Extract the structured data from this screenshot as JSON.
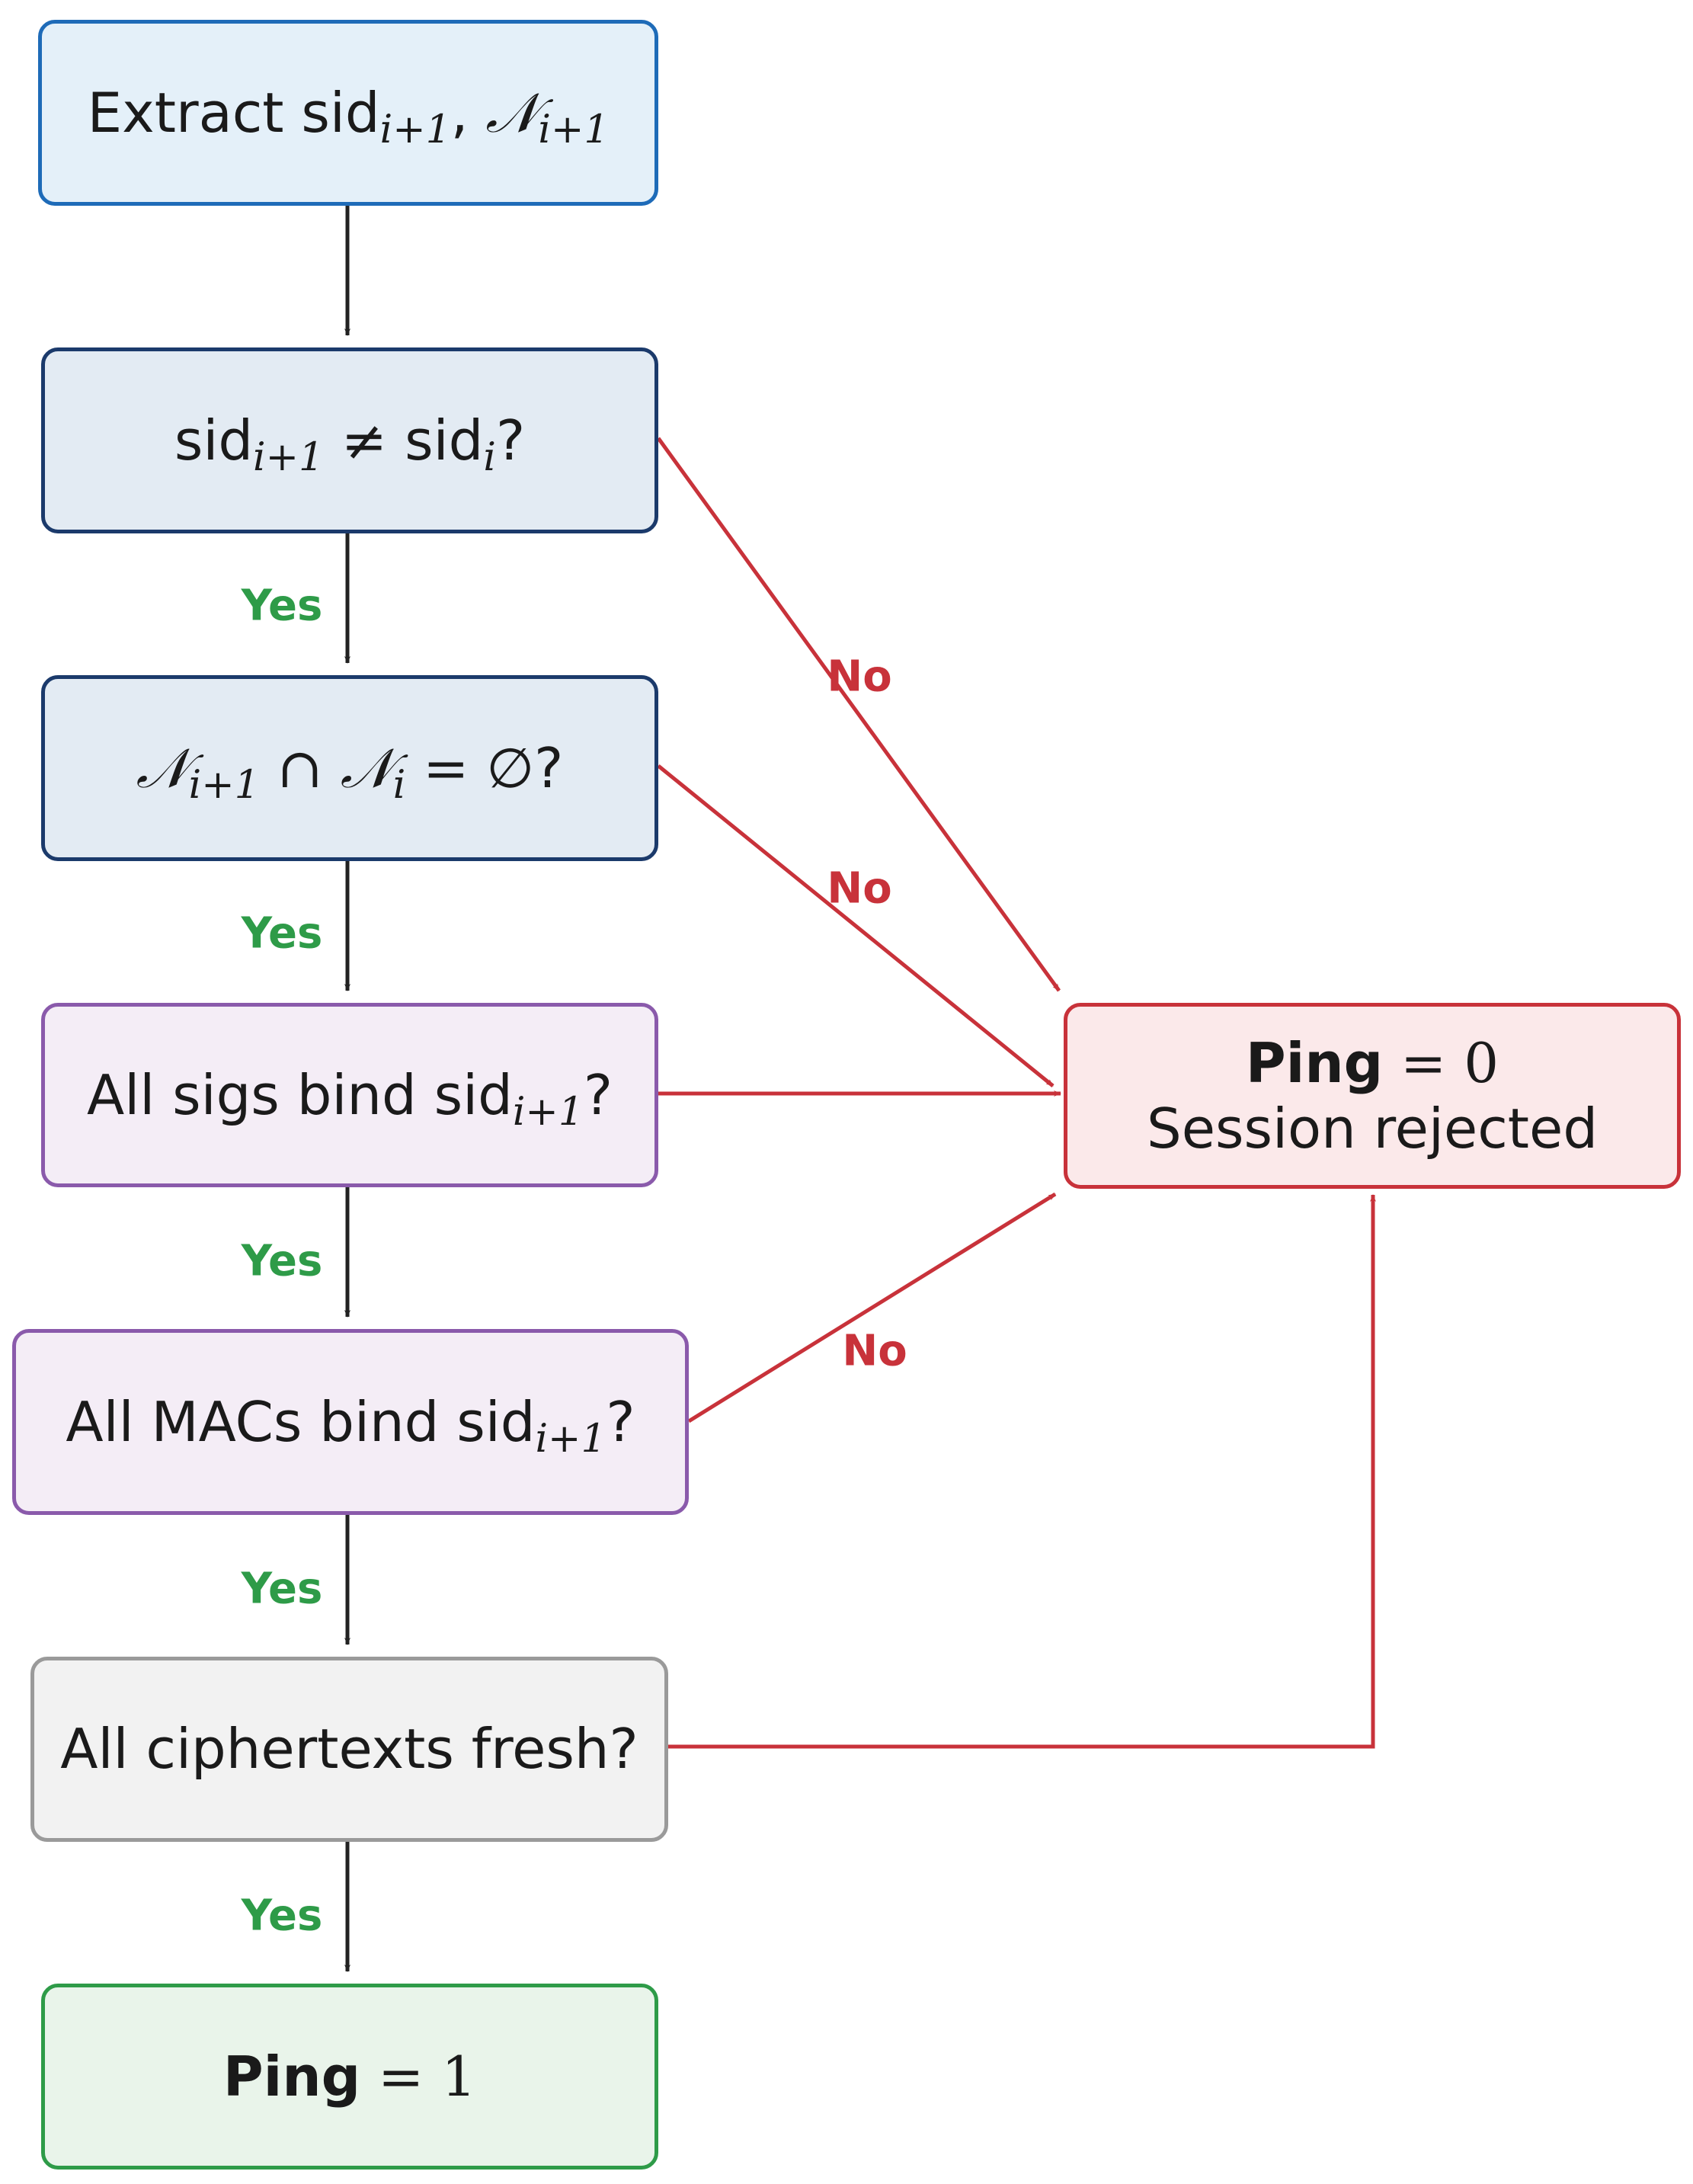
{
  "nodes": {
    "extract": {
      "text": "Extract sid",
      "sub1": "i+1",
      "sep": ", ",
      "sym": "𝒩",
      "sub2": "i+1"
    },
    "sid_check": {
      "lhs": "sid",
      "lhs_sub": "i+1",
      "op": " ≠ ",
      "rhs": "sid",
      "rhs_sub": "i",
      "q": "?"
    },
    "nonce_check": {
      "sym1": "𝒩",
      "sub1": "i+1",
      "op": " ∩ ",
      "sym2": "𝒩",
      "sub2": "i",
      "eq": " = ∅",
      "q": "?"
    },
    "sigs_check": {
      "text": "All sigs bind sid",
      "sub": "i+1",
      "q": "?"
    },
    "macs_check": {
      "text": "All MACs bind sid",
      "sub": "i+1",
      "q": "?"
    },
    "fresh_check": {
      "text": "All ciphertexts fresh?"
    },
    "ping1": {
      "bold": "Ping",
      "rest": " = 1"
    },
    "ping0": {
      "bold": "Ping",
      "rest": " = 0",
      "line2": "Session rejected"
    }
  },
  "edge_labels": {
    "yes": "Yes",
    "no": "No"
  },
  "colors": {
    "blue_light": {
      "fill": "#e4f0f9",
      "stroke": "#1e6bb8"
    },
    "navy": {
      "fill": "#e3ebf3",
      "stroke": "#1b3a6b"
    },
    "purple": {
      "fill": "#f4edf6",
      "stroke": "#8a5aab"
    },
    "gray": {
      "fill": "#f2f2f2",
      "stroke": "#9a9a9a"
    },
    "green": {
      "fill": "#e9f4ea",
      "stroke": "#2e9b48"
    },
    "red": {
      "fill": "#fbe9ea",
      "stroke": "#c8323a"
    },
    "arrow_main": "#222222",
    "arrow_reject": "#c8323a",
    "yes_text": "#2e9b48",
    "no_text": "#c8323a"
  }
}
